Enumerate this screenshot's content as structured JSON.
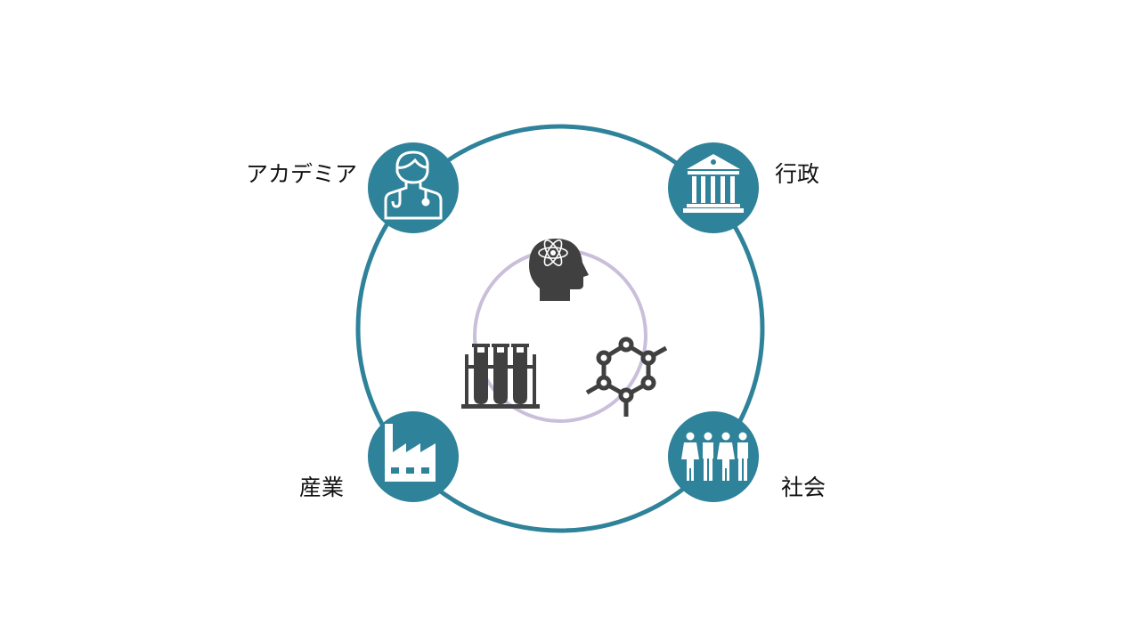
{
  "colors": {
    "ring": "#2e8299",
    "inner_ring": "#c9bfdb",
    "icon_dark": "#404040",
    "node_fill": "#2e8299"
  },
  "nodes": {
    "academia": {
      "label": "アカデミア",
      "icon": "doctor-icon"
    },
    "government": {
      "label": "行政",
      "icon": "government-building-icon"
    },
    "industry": {
      "label": "産業",
      "icon": "factory-icon"
    },
    "society": {
      "label": "社会",
      "icon": "people-icon"
    }
  },
  "center_icons": [
    "science-head-icon",
    "test-tubes-icon",
    "molecule-icon"
  ]
}
